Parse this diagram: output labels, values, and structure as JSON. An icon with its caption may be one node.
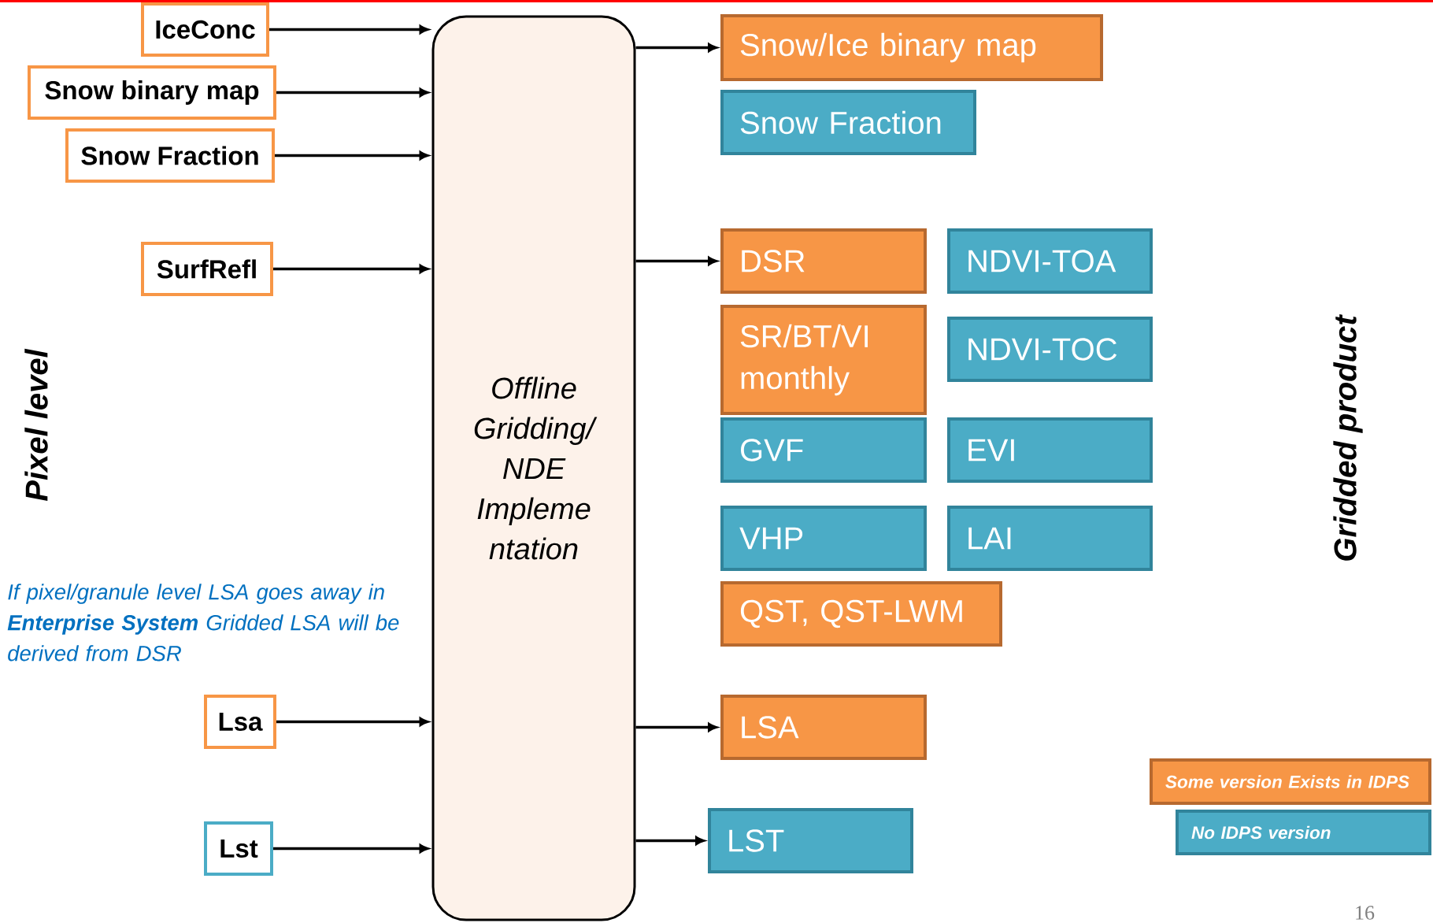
{
  "diagram": {
    "nodes": [
      {
        "text": [
          "IceConc"
        ]
      },
      {
        "text": [
          "Snow binary map"
        ]
      },
      {
        "text": [
          "Snow Fraction"
        ]
      },
      {
        "text": [
          "SurfRefl"
        ]
      },
      {
        "text": [
          "Lsa"
        ]
      },
      {
        "text": [
          "Lst"
        ]
      },
      {
        "text": [
          "Offline Gridding/ NDE Impleme ntation"
        ]
      },
      {
        "text": [
          "Snow/Ice binary map"
        ]
      },
      {
        "text": [
          "Snow Fraction"
        ]
      },
      {
        "text": [
          "DSR"
        ]
      },
      {
        "text": [
          "NDVI-TOA"
        ]
      },
      {
        "text": [
          "SR/BT/VI monthly"
        ]
      },
      {
        "text": [
          "NDVI-TOC"
        ]
      },
      {
        "text": [
          "GVF"
        ]
      },
      {
        "text": [
          "EVI"
        ]
      },
      {
        "text": [
          "VHP"
        ]
      },
      {
        "text": [
          "LAI"
        ]
      },
      {
        "text": [
          "QST, QST-LWM"
        ]
      },
      {
        "text": [
          "LSA"
        ]
      },
      {
        "text": [
          "LST"
        ]
      }
    ],
    "edges": [
      {
        "from": 0,
        "to": 6,
        "arrow": "to"
      },
      {
        "from": 1,
        "to": 6,
        "arrow": "to"
      },
      {
        "from": 2,
        "to": 6,
        "arrow": "to"
      },
      {
        "from": 3,
        "to": 6,
        "arrow": "to"
      },
      {
        "from": 4,
        "to": 6,
        "arrow": "to"
      },
      {
        "from": 5,
        "to": 6,
        "arrow": "to"
      },
      {
        "from": 6,
        "to": 7,
        "arrow": "to"
      },
      {
        "from": 6,
        "to": 9,
        "arrow": "to"
      },
      {
        "from": 6,
        "to": 18,
        "arrow": "to"
      },
      {
        "from": 6,
        "to": 19,
        "arrow": "to"
      }
    ],
    "labels": [
      "Pixel level",
      "Gridded product",
      "If pixel/granule level LSA goes away in **Enterprise System** Gridded LSA will be derived from DSR",
      "16"
    ],
    "legend": [
      {
        "text": "Some version Exists in IDPS",
        "color": "#f79646"
      },
      {
        "text": "No IDPS version",
        "color": "#4bacc6"
      }
    ]
  }
}
